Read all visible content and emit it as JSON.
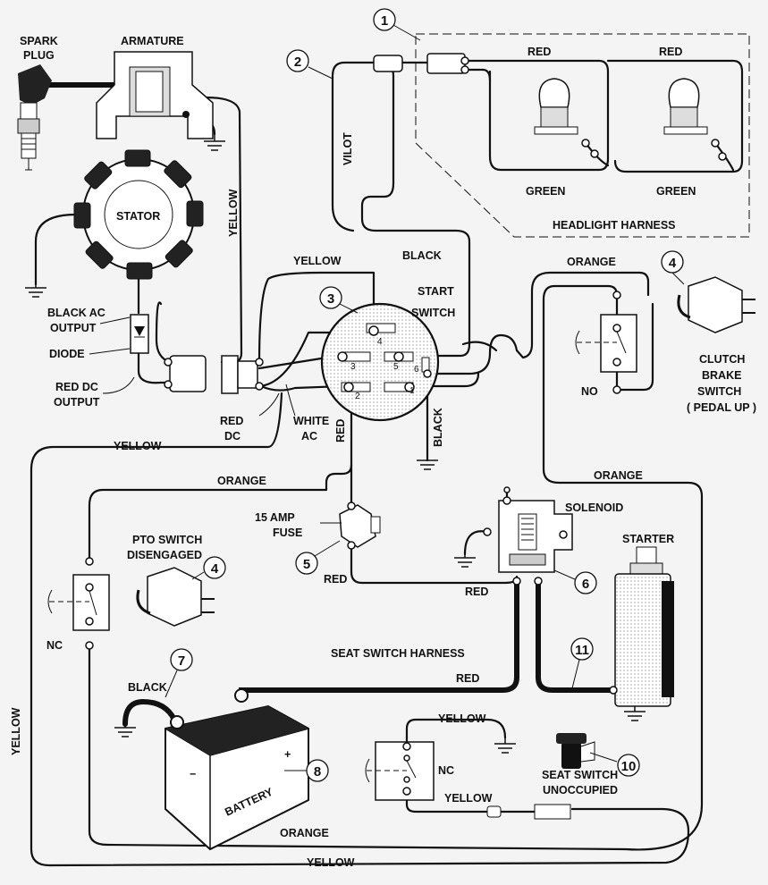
{
  "labels": {
    "spark_plug_1": "SPARK",
    "spark_plug_2": "PLUG",
    "armature": "ARMATURE",
    "stator": "STATOR",
    "yellow_armature": "YELLOW",
    "black_ac_output_1": "BLACK AC",
    "black_ac_output_2": "OUTPUT",
    "diode": "DIODE",
    "red_dc_output_1": "RED DC",
    "red_dc_output_2": "OUTPUT",
    "red_dc_1": "RED",
    "red_dc_2": "DC",
    "white_ac_1": "WHITE",
    "white_ac_2": "AC",
    "yellow_top": "YELLOW",
    "black_top": "BLACK",
    "vilot": "VILOT",
    "start_switch_1": "START",
    "start_switch_2": "SWITCH",
    "headlight_red_1": "RED",
    "headlight_red_2": "RED",
    "headlight_green_1": "GREEN",
    "headlight_green_2": "GREEN",
    "headlight_harness": "HEADLIGHT HARNESS",
    "orange_top": "ORANGE",
    "no": "NO",
    "clutch_1": "CLUTCH",
    "clutch_2": "BRAKE",
    "clutch_3": "SWITCH",
    "clutch_4": "( PEDAL UP )",
    "orange_right": "ORANGE",
    "yellow_left": "YELLOW",
    "orange_mid": "ORANGE",
    "red_switch": "RED",
    "black_ground": "BLACK",
    "fuse_1": "15 AMP",
    "fuse_2": "FUSE",
    "red_fuse": "RED",
    "solenoid": "SOLENOID",
    "red_solenoid": "RED",
    "pto_1": "PTO SWITCH",
    "pto_2": "DISENGAGED",
    "nc_left": "NC",
    "starter": "STARTER",
    "seat_switch_harness": "SEAT SWITCH HARNESS",
    "red_battery": "RED",
    "black_battery": "BLACK",
    "battery": "BATTERY",
    "yellow_far_left": "YELLOW",
    "yellow_seat_1": "YELLOW",
    "nc_seat": "NC",
    "yellow_seat_2": "YELLOW",
    "seat_switch_1": "SEAT SWITCH",
    "seat_switch_2": "UNOCCUPIED",
    "orange_bottom": "ORANGE",
    "yellow_bottom": "YELLOW"
  },
  "callouts": [
    "1",
    "2",
    "3",
    "4",
    "4",
    "5",
    "6",
    "7",
    "8",
    "10",
    "11"
  ],
  "switch_terminals": [
    "1",
    "2",
    "3",
    "4",
    "5",
    "6"
  ],
  "battery_polarity": {
    "plus": "+",
    "minus": "−"
  }
}
